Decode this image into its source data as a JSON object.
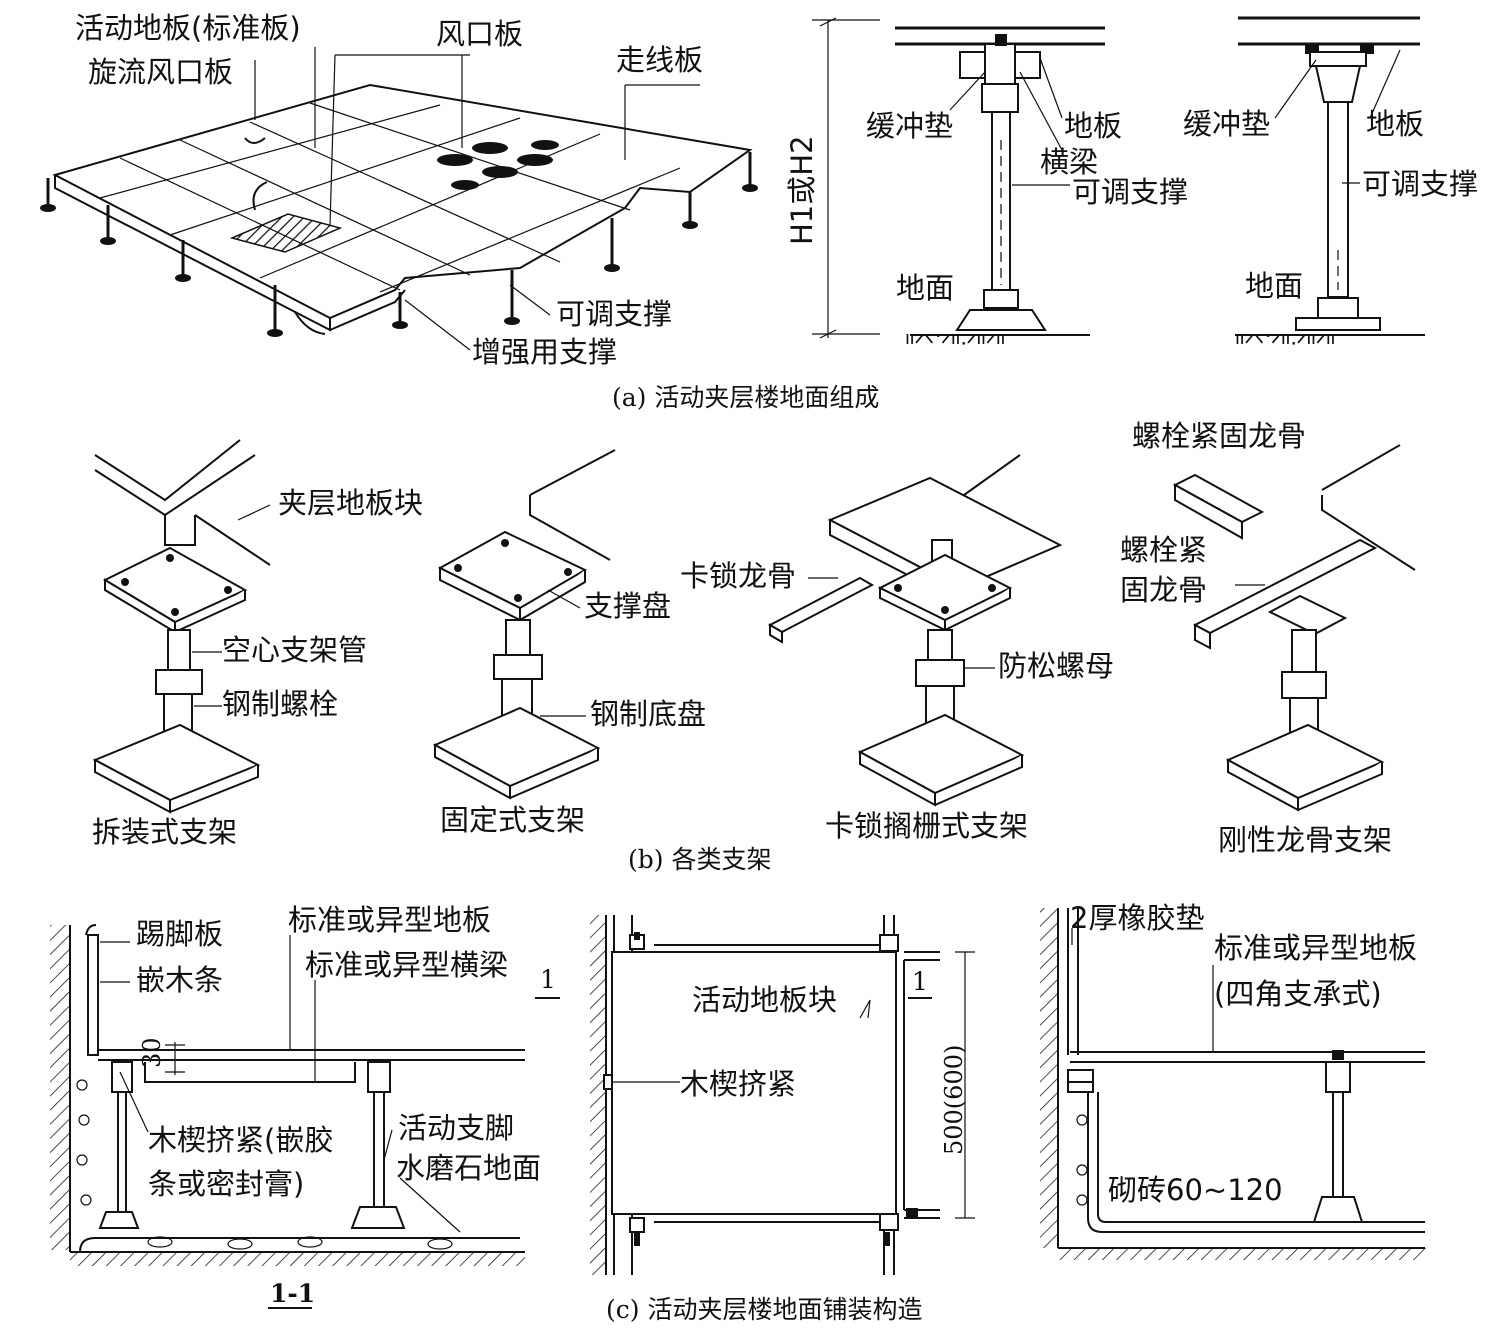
{
  "panel_a": {
    "caption": "(a) 活动夹层楼地面组成",
    "labels": {
      "standard_board": "活动地板(标准板)",
      "swirl_vent": "旋流风口板",
      "vent_board": "风口板",
      "cable_board": "走线板",
      "adjustable_support": "可调支撑",
      "reinforce_support": "增强用支撑",
      "height": "H1或H2",
      "cushion_1": "缓冲垫",
      "floor_board_1": "地板",
      "beam": "横梁",
      "adjustable_1": "可调支撑",
      "ground_1": "地面",
      "cushion_2": "缓冲垫",
      "floor_board_2": "地板",
      "adjustable_2": "可调支撑",
      "ground_2": "地面"
    }
  },
  "panel_b": {
    "caption": "(b) 各类支架",
    "labels": {
      "floor_block": "夹层地板块",
      "hollow_tube": "空心支架管",
      "steel_bolt": "钢制螺栓",
      "support_plate": "支撑盘",
      "steel_base": "钢制底盘",
      "lock_keel": "卡锁龙骨",
      "lock_nut": "防松螺母",
      "bolt_keel_top": "螺栓紧固龙骨",
      "bolt_keel_1": "螺栓紧",
      "bolt_keel_2": "固龙骨"
    },
    "titles": [
      "拆装式支架",
      "固定式支架",
      "卡锁搁栅式支架",
      "刚性龙骨支架"
    ]
  },
  "panel_c": {
    "caption": "(c) 活动夹层楼地面铺装构造",
    "labels": {
      "skirting": "踢脚板",
      "wood_strip": "嵌木条",
      "dim_30": "30",
      "std_floor": "标准或异型地板",
      "std_beam": "标准或异型横梁",
      "section_mark_1": "1",
      "wedge_1": "木楔挤紧(嵌胶",
      "wedge_2": "条或密封膏)",
      "movable_foot": "活动支脚",
      "terrazzo": "水磨石地面",
      "section_title": "1-1",
      "floor_block": "活动地板块",
      "section_mark_2": "1",
      "wedge": "木楔挤紧",
      "dim_500": "500(600)",
      "rubber_pad": "2厚橡胶垫",
      "std_floor_2": "标准或异型地板",
      "corner_support": "(四角支承式)",
      "brick": "砌砖60~120"
    }
  }
}
